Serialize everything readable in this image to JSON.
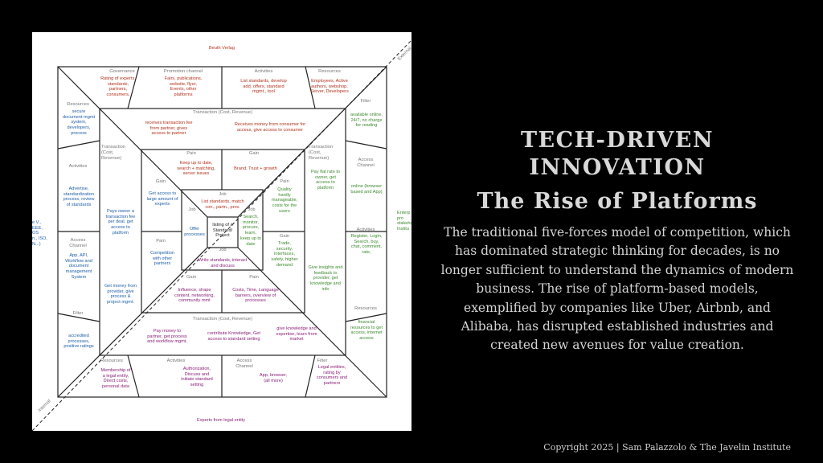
{
  "diagram": {
    "top_caption": "Beuth Verlag",
    "bottom_caption": "Experts from legal entity",
    "external_label": "External",
    "internal_label": "Internal",
    "left_partial": "e V.,\nEEE, OS\nn., ISO,\nN...)",
    "right_partial": "Enterp\npro\nstakeho\nInstitu",
    "outer_top": [
      {
        "head": "Governance",
        "text": "Rating of experts,\nstandards,\npartners,\nconsumers,"
      },
      {
        "head": "Promotion channel",
        "text": "Fairs, publications,\nwebsite, flyer,\nEvents, other\nplatforms"
      },
      {
        "head": "Activities",
        "text": "List standards, develop\nadd. offers, standard\nmgmt., tool"
      },
      {
        "head": "Resources",
        "text": "Employees, Active\nauthors, webshop,\nServer, Developers"
      }
    ],
    "outer_left": [
      {
        "head": "Resources",
        "text": "secure\ndocument mgmt\nsystem,\ndevelopers,\nprocess"
      },
      {
        "head": "Activities",
        "text": "Advertise,\nstandardization\nprocess, review\nof standards"
      },
      {
        "head": "Access\nChannel",
        "text": "App, API,\nWorkflow and\ndocument\nmanagement\nSystem"
      },
      {
        "head": "Filter",
        "text": "accredited\nprocesses,\npositive ratings"
      }
    ],
    "outer_right": [
      {
        "head": "Filter",
        "text": "available online,\n24/7, no charge\nfor reading"
      },
      {
        "head": "Access\nChannel",
        "text": "online (browser\nbased and App)"
      },
      {
        "head": "Activities",
        "text": "Register, Login,\nSearch, buy,\nchat, comment,\nrate,"
      },
      {
        "head": "Resources",
        "text": "financial\nresources to get\naccess, internet\naccess"
      }
    ],
    "outer_bottom": [
      {
        "head": "Resources",
        "text": "Membership of\na legal entity,\nDirect costs,\npersonal data"
      },
      {
        "head": "Activities",
        "text": "Authorization,\nDiscuss and\ninitiate standard\nsetting"
      },
      {
        "head": "Access\nChannel",
        "text": "App, browser,\n(all more)"
      },
      {
        "head": "Filter",
        "text": "Legal entities,\nrating by\nconsumers and\npartners"
      }
    ],
    "ring2_top": {
      "head": "Transaction (Cost, Revenue)",
      "left": "receives transaction fee\nfrom partner, gives\naccess to partner",
      "right": "Receives money from consumer for\naccess, give access to consumer"
    },
    "ring2_left": {
      "head": "Transaction\n(Cost,\nRevenue)",
      "upper": "Pays owner a\ntransaction fee\nper deal, get\naccess to\nplatform",
      "lower": "Get money from\nprovider, give\nprocess &\nproject mgmt."
    },
    "ring2_right": {
      "head": "Transaction\n(Cost,\nRevenue)",
      "upper": "Pay flat rate to\nowner, get\naccess to\nplatform",
      "lower": "Give insights and\nfeedback to\nprovider, get\nknowledge and\ninfo"
    },
    "ring2_bottom": {
      "head": "Transaction (Cost, Revenue)",
      "a": "Pay money to\npartner, get process\nand workflow mgmt.",
      "b": "contribute Knowledge, Get\naccess to standard setting",
      "c": "give knowledge and\nexpertise, learn from\nmarket"
    },
    "ring3": {
      "top_pain_head": "Pain",
      "top_pain": "Keep up to date,\nsearch + matching,\nserver issues",
      "top_gain_head": "Gain",
      "top_gain": "Brand, Trust + growth",
      "left_gain_head": "Gain",
      "left_gain": "Get access to\nlarge amount of\nexperts",
      "left_pain_head": "Pain",
      "left_pain": "Competition\nwith other\npartners",
      "right_pain_head": "Pain",
      "right_pain": "Quality\nhardly\nmanageable,\ncosts for the\nusers",
      "right_gain_head": "Gain",
      "right_gain": "Trade,\nsecurity,\ninterfaces,\nsafety, higher\ndemand",
      "bottom_gain_head": "Gain",
      "bottom_gain": "Influence, shape\ncontent, networking,\ncommunity mmt",
      "bottom_pain_head": "Pain",
      "bottom_pain": "Costs, Time, Language\nbarriers, overview of\nprocesses"
    },
    "ring4": {
      "top_head": "Job",
      "top": "List standards, match\ncon., partn., prov.",
      "left_head": "Job",
      "left": "Offer\nprocesses",
      "right_head": "Job",
      "right": "Search,\nmonitor,\nprocure,\nlearn,\nkeep up to\ndate",
      "bottom_head": "Job",
      "bottom": "Write standards, interact\nand discuss"
    },
    "center": "listing of a\nStandard/\nProject"
  },
  "slide": {
    "title": "TECH-DRIVEN INNOVATION",
    "subtitle": "The Rise of Platforms",
    "body": "The traditional five-forces model of competition, which has dominated strategic thinking for decades, is no longer sufficient to understand the dynamics of modern business. The rise of platform-based models, exemplified by companies like Uber, Airbnb, and Alibaba, has disrupted established industries and created new avenues for value creation.",
    "footer": "Copyright 2025 | Sam Palazzolo & The Javelin Institute"
  }
}
